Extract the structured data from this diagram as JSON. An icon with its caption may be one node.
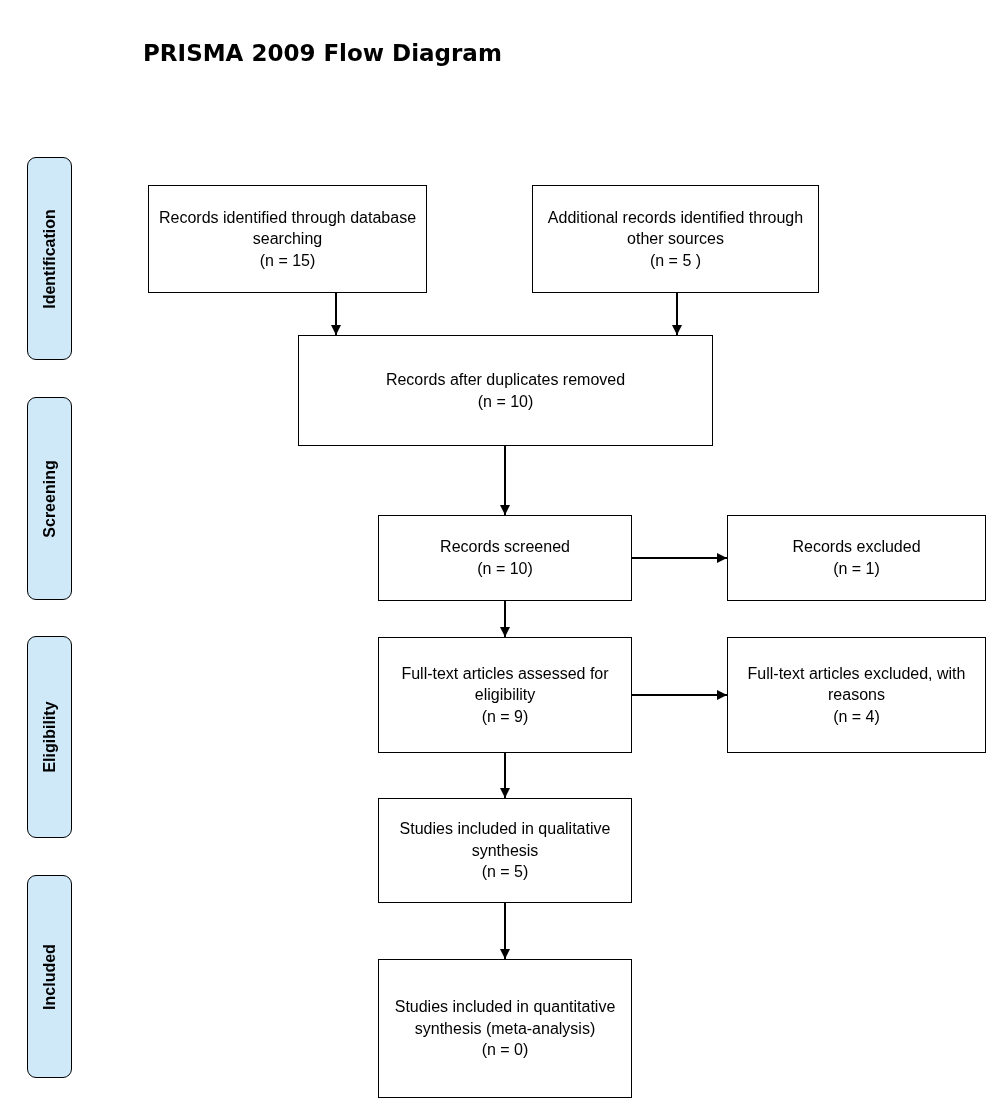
{
  "diagram": {
    "title": "PRISMA 2009 Flow Diagram",
    "nodes": [
      {
        "text": [
          "Identification"
        ]
      },
      {
        "text": [
          "Screening"
        ]
      },
      {
        "text": [
          "Eligibility"
        ]
      },
      {
        "text": [
          "Included"
        ]
      },
      {
        "text": [
          "Records identified through database searching",
          "(n = 15)"
        ]
      },
      {
        "text": [
          "Additional records identified through other sources",
          "(n = 5 )"
        ]
      },
      {
        "text": [
          "Records after duplicates removed",
          "(n = 10)"
        ]
      },
      {
        "text": [
          "Records screened",
          "(n = 10)"
        ]
      },
      {
        "text": [
          "Records excluded",
          "(n = 1)"
        ]
      },
      {
        "text": [
          "Full-text articles assessed for eligibility",
          "(n = 9)"
        ]
      },
      {
        "text": [
          "Full-text articles excluded, with reasons",
          "(n = 4)"
        ]
      },
      {
        "text": [
          "Studies included in qualitative synthesis",
          "(n = 5)"
        ]
      },
      {
        "text": [
          "Studies included in quantitative synthesis (meta-analysis)",
          "(n = 0)"
        ]
      }
    ],
    "edges": [
      {
        "from": 4,
        "to": 6,
        "arrow": "to"
      },
      {
        "from": 5,
        "to": 6,
        "arrow": "to"
      },
      {
        "from": 6,
        "to": 7,
        "arrow": "to"
      },
      {
        "from": 7,
        "to": 8,
        "arrow": "to"
      },
      {
        "from": 7,
        "to": 9,
        "arrow": "to"
      },
      {
        "from": 9,
        "to": 10,
        "arrow": "to"
      },
      {
        "from": 9,
        "to": 11,
        "arrow": "to"
      },
      {
        "from": 11,
        "to": 12,
        "arrow": "to"
      }
    ]
  }
}
